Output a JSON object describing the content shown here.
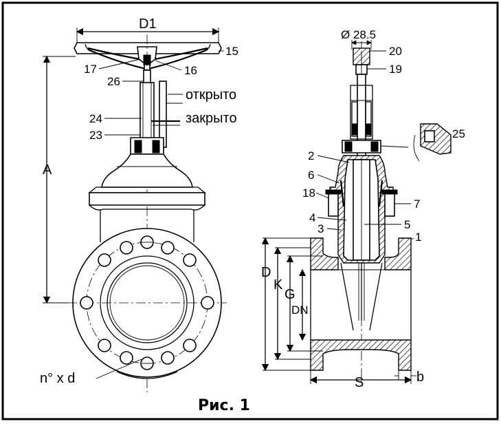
{
  "figure": {
    "caption": "Рис. 1",
    "dimensions": {
      "d1": "D1",
      "a": "A",
      "stem_diameter": "Ø 28.5",
      "d": "D",
      "k": "K",
      "g": "G",
      "dn": "DN",
      "s": "S",
      "b": "b",
      "holes": "n° x d"
    },
    "position_labels": {
      "open": "открыто",
      "closed": "закрыто"
    },
    "part_numbers": {
      "p1": "1",
      "p2": "2",
      "p3": "3",
      "p4": "4",
      "p5": "5",
      "p6": "6",
      "p7": "7",
      "p15": "15",
      "p16": "16",
      "p17": "17",
      "p18": "18",
      "p19": "19",
      "p20": "20",
      "p23": "23",
      "p24": "24",
      "p25": "25",
      "p26": "26"
    }
  }
}
